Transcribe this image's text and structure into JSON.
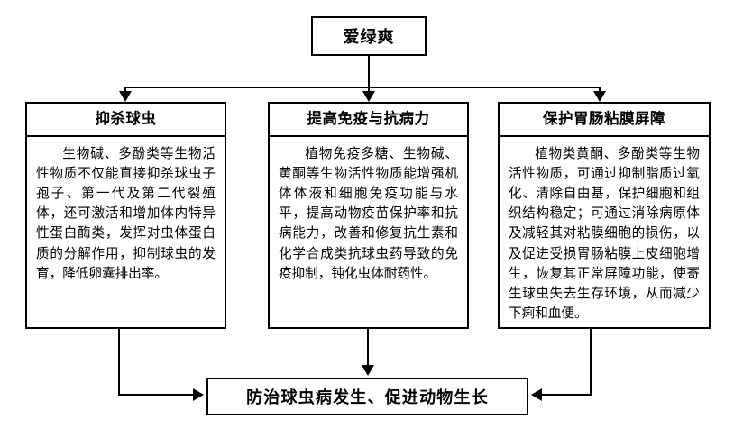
{
  "diagram": {
    "type": "flowchart",
    "orientation": "top-down",
    "root": {
      "label": "爱绿爽"
    },
    "branches": [
      {
        "title": "抑杀球虫",
        "body": "生物碱、多酚类等生物活性物质不仅能直接抑杀球虫子孢子、第一代及第二代裂殖体，还可激活和增加体内特异性蛋白酶类，发挥对虫体蛋白质的分解作用，抑制球虫的发育，降低卵囊排出率。"
      },
      {
        "title": "提高免疫与抗病力",
        "body": "植物免疫多糖、生物碱、黄酮等生物活性物质能增强机体体液和细胞免疫功能与水平，提高动物疫苗保护率和抗病能力，改善和修复抗生素和化学合成类抗球虫药导致的免疫抑制，钝化虫体耐药性。"
      },
      {
        "title": "保护胃肠粘膜屏障",
        "body": "植物类黄酮、多酚类等生物活性物质，可通过抑制脂质过氧化、清除自由基，保护细胞和组织结构稳定；可通过消除病原体及减轻其对粘膜细胞的损伤，以及促进受损胃肠粘膜上皮细胞增生，恢复其正常屏障功能，使寄生球虫失去生存环境，从而减少下痢和血便。"
      }
    ],
    "result": {
      "label": "防治球虫病发生、促进动物生长"
    },
    "colors": {
      "stroke": "#000000",
      "fill": "#ffffff",
      "text": "#000000"
    }
  }
}
